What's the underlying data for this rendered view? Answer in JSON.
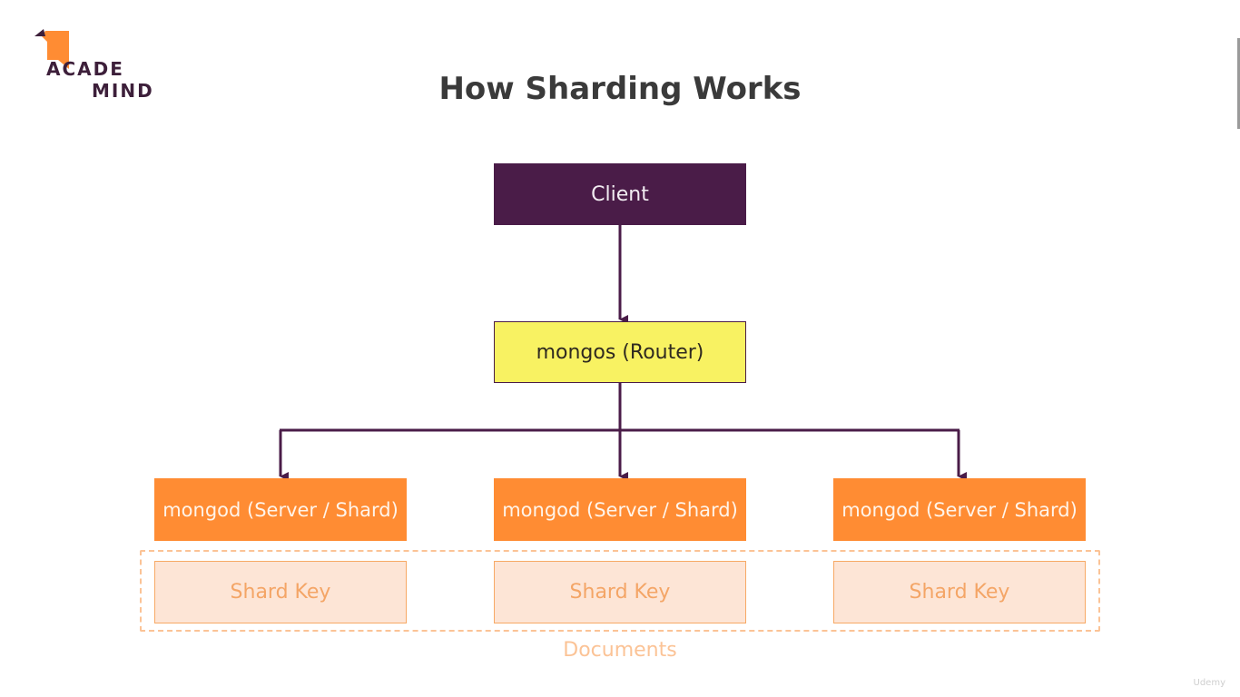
{
  "logo": {
    "line1": "ACADE",
    "line2": "MIND"
  },
  "title": "How Sharding Works",
  "nodes": {
    "client": "Client",
    "router": "mongos (Router)",
    "shards": [
      "mongod (Server / Shard)",
      "mongod (Server / Shard)",
      "mongod (Server / Shard)"
    ],
    "shard_keys": [
      "Shard Key",
      "Shard Key",
      "Shard Key"
    ]
  },
  "documents_label": "Documents",
  "watermark": "Udemy",
  "colors": {
    "client": "#4a1c48",
    "router": "#f8f262",
    "shard": "#ff8c33",
    "shard_key_fill": "#fde5d6",
    "documents_border": "#fbc396",
    "arrow": "#4a1c48"
  }
}
